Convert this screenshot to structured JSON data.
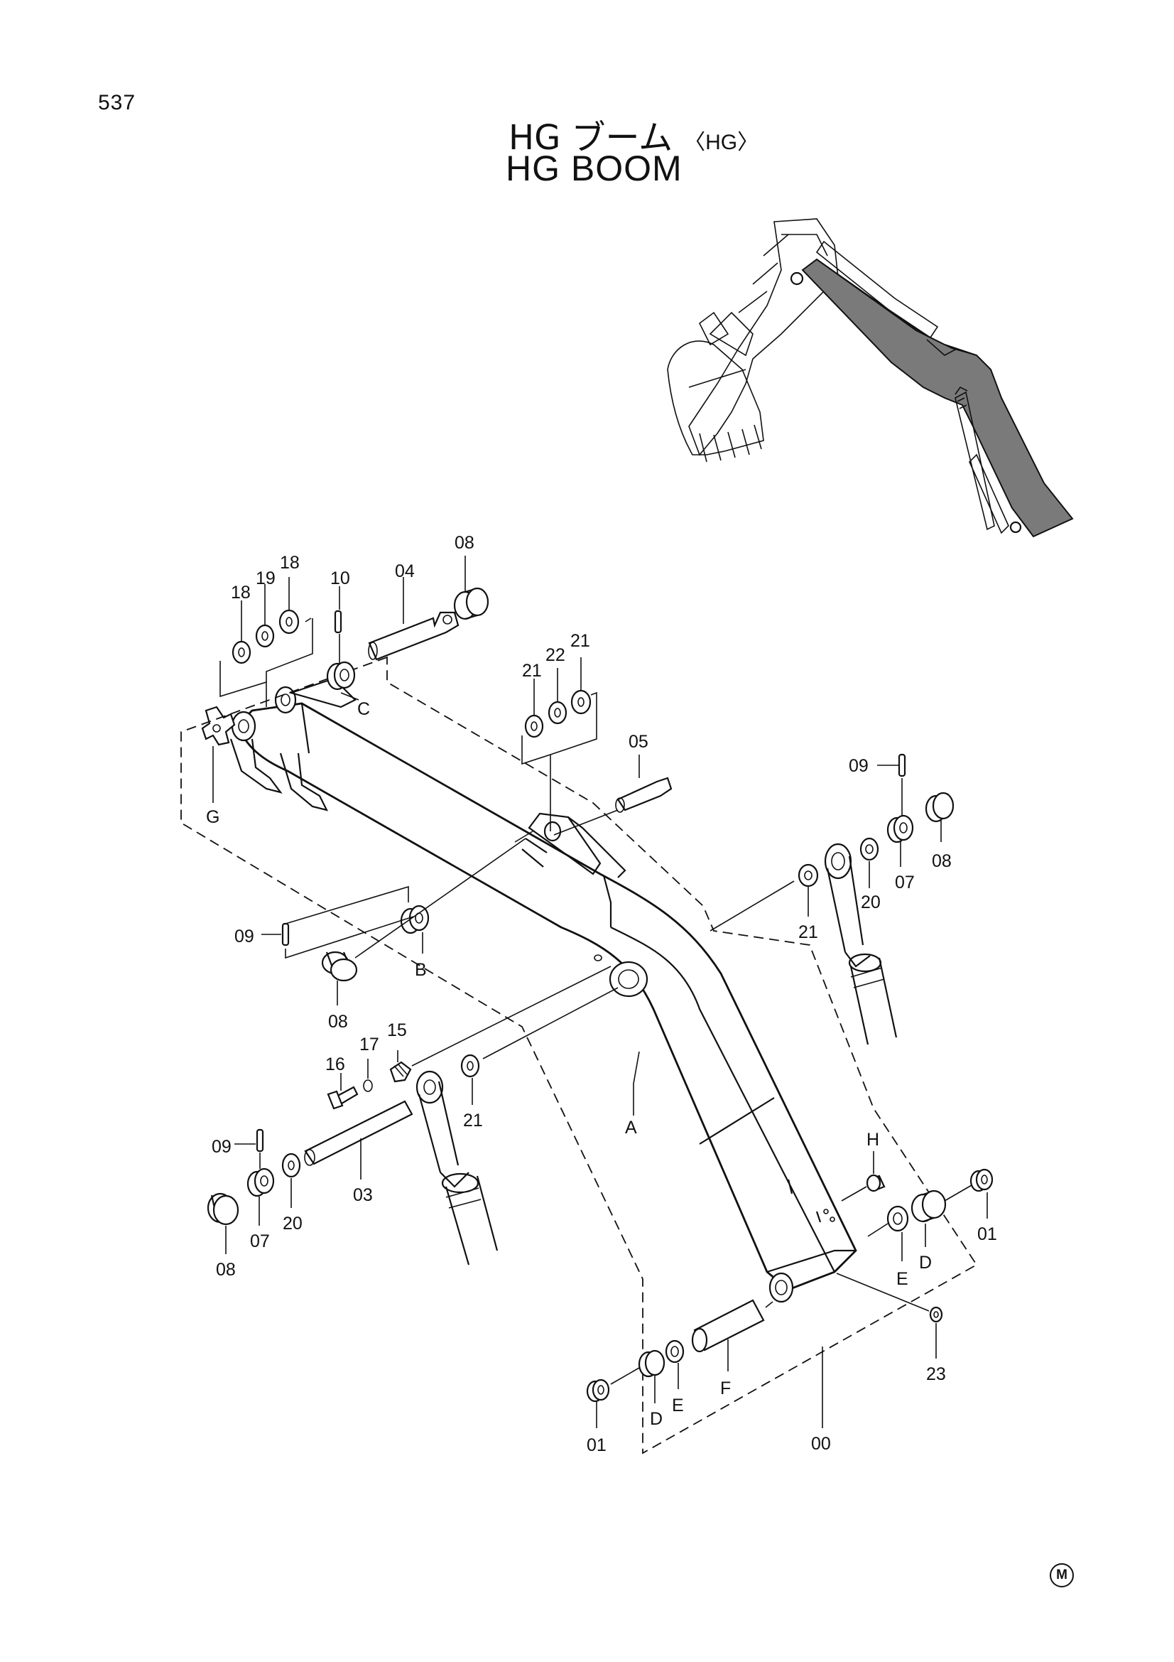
{
  "page_number": "537",
  "title_jp": "HG ブーム",
  "title_jp_tag": "〈HG〉",
  "title_en": "HG BOOM",
  "corner_mark": "M",
  "part_labels": [
    {
      "id": "lbl-18a",
      "text": "18"
    },
    {
      "id": "lbl-19",
      "text": "19"
    },
    {
      "id": "lbl-18b",
      "text": "18"
    },
    {
      "id": "lbl-10",
      "text": "10"
    },
    {
      "id": "lbl-04",
      "text": "04"
    },
    {
      "id": "lbl-08a",
      "text": "08"
    },
    {
      "id": "lbl-c",
      "text": "C"
    },
    {
      "id": "lbl-g",
      "text": "G"
    },
    {
      "id": "lbl-21a",
      "text": "21"
    },
    {
      "id": "lbl-22",
      "text": "22"
    },
    {
      "id": "lbl-21b",
      "text": "21"
    },
    {
      "id": "lbl-05",
      "text": "05"
    },
    {
      "id": "lbl-09a",
      "text": "09"
    },
    {
      "id": "lbl-07a",
      "text": "07"
    },
    {
      "id": "lbl-08b",
      "text": "08"
    },
    {
      "id": "lbl-20a",
      "text": "20"
    },
    {
      "id": "lbl-21c",
      "text": "21"
    },
    {
      "id": "lbl-09b",
      "text": "09"
    },
    {
      "id": "lbl-b",
      "text": "B"
    },
    {
      "id": "lbl-08c",
      "text": "08"
    },
    {
      "id": "lbl-17",
      "text": "17"
    },
    {
      "id": "lbl-15",
      "text": "15"
    },
    {
      "id": "lbl-16",
      "text": "16"
    },
    {
      "id": "lbl-21d",
      "text": "21"
    },
    {
      "id": "lbl-a",
      "text": "A"
    },
    {
      "id": "lbl-09c",
      "text": "09"
    },
    {
      "id": "lbl-03",
      "text": "03"
    },
    {
      "id": "lbl-08d",
      "text": "08"
    },
    {
      "id": "lbl-07b",
      "text": "07"
    },
    {
      "id": "lbl-20b",
      "text": "20"
    },
    {
      "id": "lbl-h",
      "text": "H"
    },
    {
      "id": "lbl-01a",
      "text": "01"
    },
    {
      "id": "lbl-d1",
      "text": "D"
    },
    {
      "id": "lbl-e1",
      "text": "E"
    },
    {
      "id": "lbl-23",
      "text": "23"
    },
    {
      "id": "lbl-f",
      "text": "F"
    },
    {
      "id": "lbl-00",
      "text": "00"
    },
    {
      "id": "lbl-01b",
      "text": "01"
    },
    {
      "id": "lbl-d2",
      "text": "D"
    },
    {
      "id": "lbl-e2",
      "text": "E"
    }
  ]
}
